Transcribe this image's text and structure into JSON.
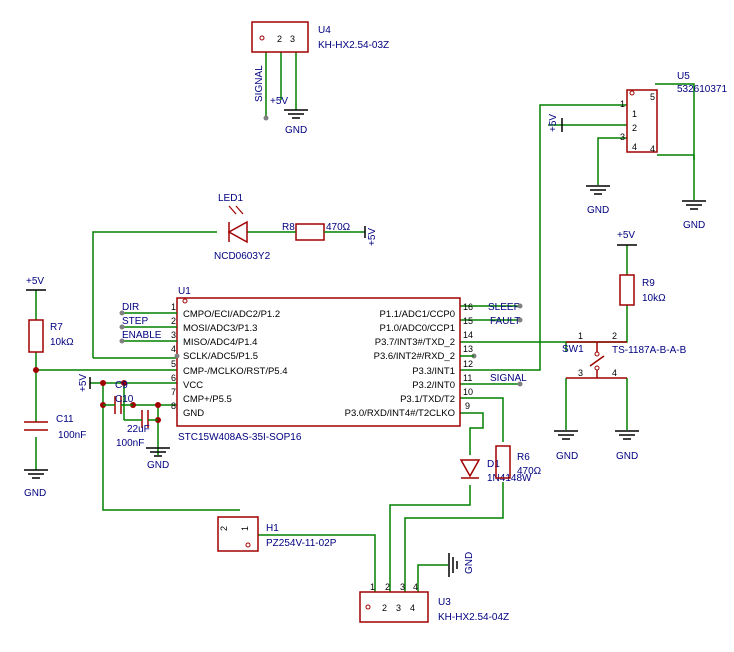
{
  "components": {
    "u4": {
      "designator": "U4",
      "part": "KH-HX2.54-03Z",
      "pins": [
        "1",
        "2",
        "3"
      ]
    },
    "u5": {
      "designator": "U5",
      "part": "532610371",
      "pins": [
        "1",
        "2",
        "3",
        "4"
      ],
      "pins_r": [
        "5",
        "4"
      ]
    },
    "led1": {
      "designator": "LED1",
      "part": "NCD0603Y2"
    },
    "r8": {
      "designator": "R8",
      "value": "470Ω"
    },
    "r9": {
      "designator": "R9",
      "value": "10kΩ"
    },
    "r7": {
      "designator": "R7",
      "value": "10kΩ"
    },
    "r6": {
      "designator": "R6",
      "value": "470Ω"
    },
    "c11": {
      "designator": "C11",
      "value": "100nF"
    },
    "c9": {
      "designator": "C9",
      "value": "22uF"
    },
    "c10": {
      "designator": "C10",
      "value": "100nF"
    },
    "d1": {
      "designator": "D1",
      "part": "1N4148W"
    },
    "sw1": {
      "designator": "SW1",
      "part": "TS-1187A-B-A-B",
      "pins": [
        "1",
        "2",
        "3",
        "4"
      ]
    },
    "h1": {
      "designator": "H1",
      "part": "PZ254V-11-02P",
      "pins": [
        "2",
        "1"
      ]
    },
    "u3": {
      "designator": "U3",
      "part": "KH-HX2.54-04Z",
      "pins": [
        "1",
        "2",
        "3",
        "4"
      ]
    },
    "u1": {
      "designator": "U1",
      "part": "STC15W408AS-35I-SOP16",
      "left_pins": [
        {
          "num": "1",
          "name": "CMPO/ECI/ADC2/P1.2"
        },
        {
          "num": "2",
          "name": "MOSI/ADC3/P1.3"
        },
        {
          "num": "3",
          "name": "MISO/ADC4/P1.4"
        },
        {
          "num": "4",
          "name": "SCLK/ADC5/P1.5"
        },
        {
          "num": "5",
          "name": "CMP-/MCLKO/RST/P5.4"
        },
        {
          "num": "6",
          "name": "VCC"
        },
        {
          "num": "7",
          "name": "CMP+/P5.5"
        },
        {
          "num": "8",
          "name": "GND"
        }
      ],
      "right_pins": [
        {
          "num": "16",
          "name": "P1.1/ADC1/CCP0"
        },
        {
          "num": "15",
          "name": "P1.0/ADC0/CCP1"
        },
        {
          "num": "14",
          "name": "P3.7/INT3#/TXD_2"
        },
        {
          "num": "13",
          "name": "P3.6/INT2#/RXD_2"
        },
        {
          "num": "12",
          "name": "P3.3/INT1"
        },
        {
          "num": "11",
          "name": "P3.2/INT0"
        },
        {
          "num": "10",
          "name": "P3.1/TXD/T2"
        },
        {
          "num": "9",
          "name": "P3.0/RXD/INT4#/T2CLKO"
        }
      ]
    }
  },
  "nets": {
    "signal_u4": "SIGNAL",
    "signal_u1": "SIGNAL",
    "vcc": "+5V",
    "gnd": "GND",
    "dir": "DIR",
    "step": "STEP",
    "enable": "ENABLE",
    "sleep": "SLEEP",
    "fault": "FAULT"
  },
  "colors": {
    "wire": "#008000",
    "part": "#a00000",
    "text": "#000080",
    "pin_dot": "#808080",
    "background": "#ffffff"
  }
}
